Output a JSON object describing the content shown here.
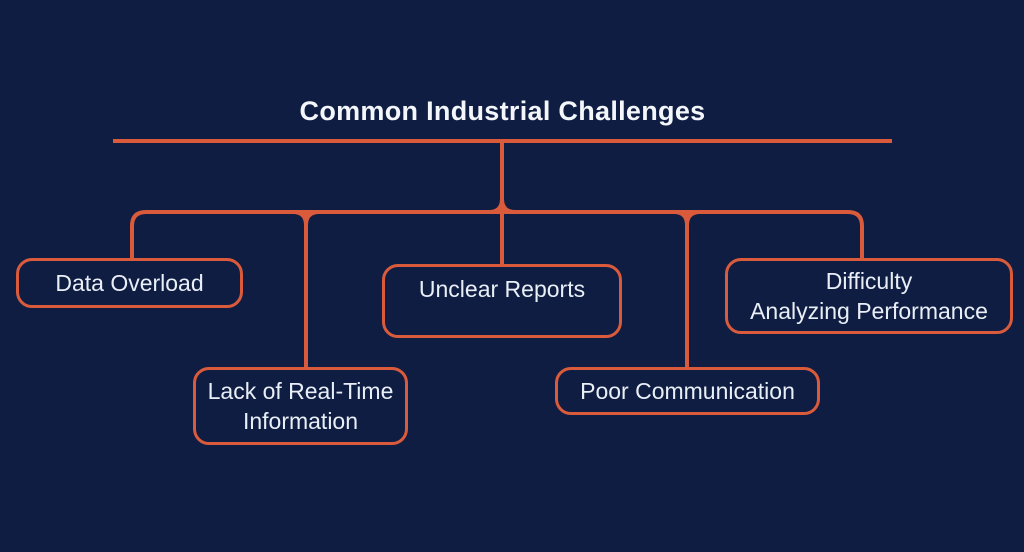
{
  "diagram": {
    "title": "Common Industrial Challenges",
    "nodes": [
      {
        "id": "data-overload",
        "label": "Data Overload"
      },
      {
        "id": "unclear-reports",
        "label": "Unclear Reports"
      },
      {
        "id": "difficulty-analyzing-performance",
        "label": "Difficulty\nAnalyzing Performance"
      },
      {
        "id": "lack-of-real-time-information",
        "label": "Lack of Real-Time\nInformation"
      },
      {
        "id": "poor-communication",
        "label": "Poor Communication"
      }
    ],
    "colors": {
      "background": "#101d42",
      "connector": "#d95b3c",
      "node_border": "#d95b3c",
      "text": "#e9eff7",
      "title_text": "#f3f7fb"
    }
  }
}
